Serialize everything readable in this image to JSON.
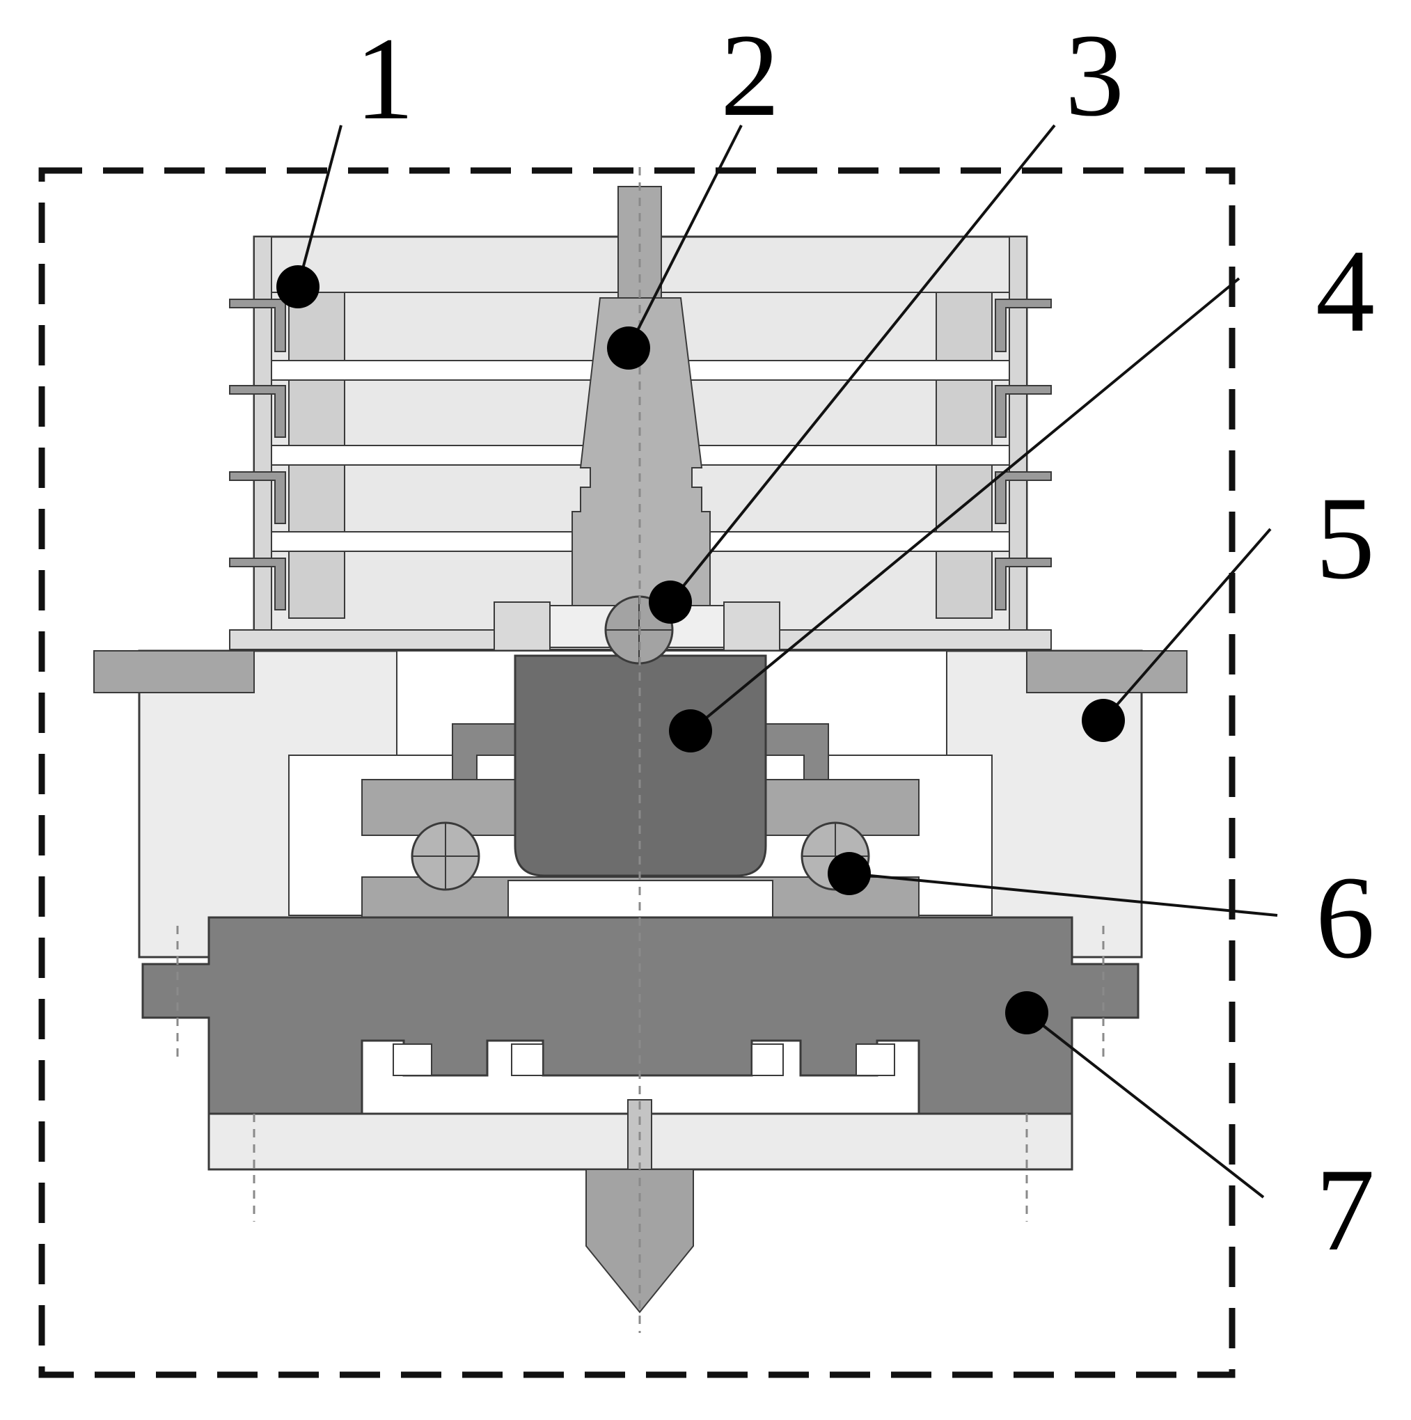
{
  "callouts": [
    {
      "id": "1",
      "label": "1"
    },
    {
      "id": "2",
      "label": "2"
    },
    {
      "id": "3",
      "label": "3"
    },
    {
      "id": "4",
      "label": "4"
    },
    {
      "id": "5",
      "label": "5"
    },
    {
      "id": "6",
      "label": "6"
    },
    {
      "id": "7",
      "label": "7"
    }
  ],
  "colors": {
    "outline": "#3a3a3a",
    "light": "#e8e8e8",
    "lighter": "#f2f2f2",
    "mid": "#bdbdbd",
    "mid_dark": "#999999",
    "dark": "#7f7f7f",
    "darker": "#666666",
    "black": "#000000"
  }
}
